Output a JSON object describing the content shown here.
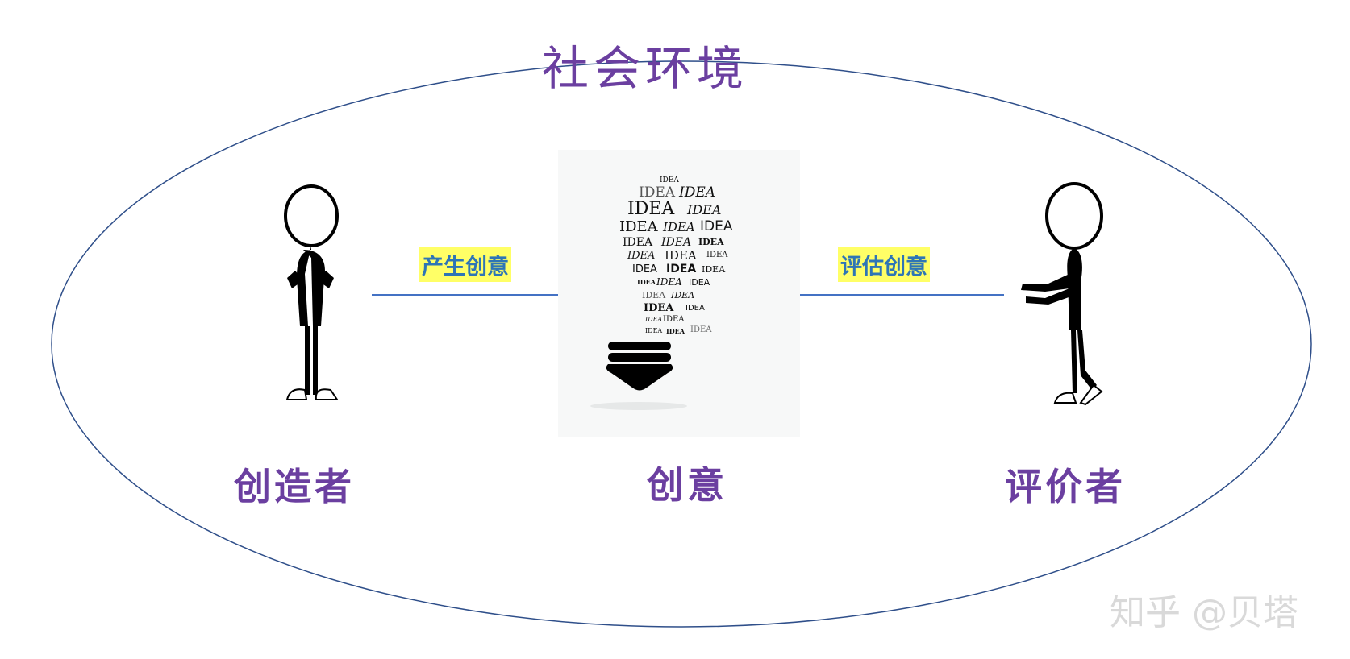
{
  "title": "社会环境",
  "creator": {
    "label": "创造者",
    "action": "产生创意"
  },
  "idea": {
    "label": "创意",
    "word": "IDEA"
  },
  "evaluator": {
    "label": "评价者",
    "action": "评估创意"
  },
  "watermark": "知乎 @贝塔",
  "colors": {
    "label": "#6b3fa0",
    "ellipse": "#2f4f8a",
    "arrow": "#4472c4",
    "tag_bg": "#ffff66",
    "tag_text": "#2e75b6"
  }
}
